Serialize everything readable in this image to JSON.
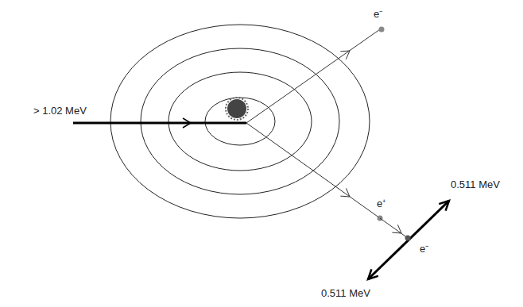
{
  "diagram": {
    "labels": [
      "> 1.02 MeV",
      "e⁻",
      "e⁺",
      "e⁻",
      "0.511 MeV",
      "0.511 MeV"
    ]
  }
}
